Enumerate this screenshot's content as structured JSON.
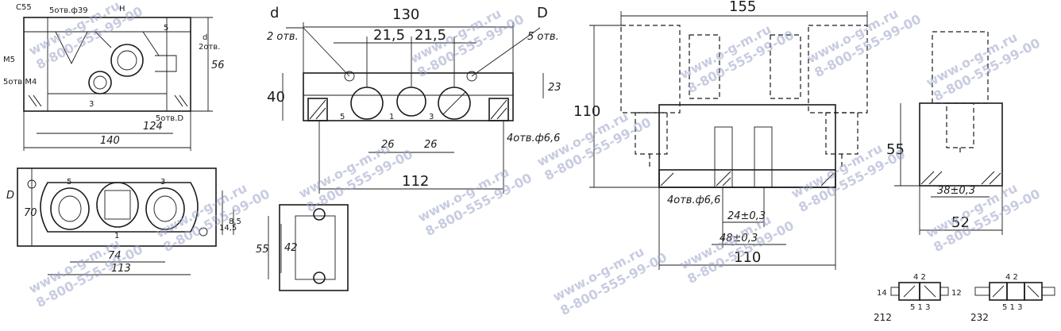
{
  "drawing": {
    "front": {
      "top_labels": [
        "C55",
        "5отв.ф39",
        "H"
      ],
      "left_labels": [
        "M5",
        "5отв.M4"
      ],
      "right_labels": [
        "d",
        "2отв."
      ],
      "dims": [
        "56",
        "124",
        "140",
        "5отв.D"
      ],
      "callouts": [
        "5",
        "3"
      ]
    },
    "bottom_view": {
      "dims": [
        "74",
        "113",
        "70",
        "14,5",
        "8,5"
      ],
      "ports": [
        "5",
        "3",
        "1"
      ],
      "section_mark": "D"
    },
    "section": {
      "left_label": "d",
      "left_sub": "2 отв.",
      "right_label": "D",
      "right_sub": "5 отв.",
      "dims": [
        "130",
        "21,5",
        "21,5",
        "40",
        "23",
        "26",
        "26",
        "4отв.ф6,6",
        "112"
      ],
      "ports": [
        "5",
        "1",
        "3"
      ]
    },
    "mount_view": {
      "dims": [
        "55",
        "42"
      ]
    },
    "side_view": {
      "dims": [
        "155",
        "110",
        "4отв.ф6,6",
        "24±0,3",
        "48±0,3",
        "110"
      ]
    },
    "end_view": {
      "dims": [
        "55",
        "38±0,3",
        "52"
      ]
    },
    "symbols": {
      "s212": {
        "label": "212",
        "top": "4 2",
        "bottom": "5 1 3",
        "left": "14",
        "right": "12"
      },
      "s232": {
        "label": "232",
        "top": "4 2",
        "bottom": "5 1 3"
      }
    },
    "watermark": {
      "site": "www.o-g-m.ru",
      "phone": "8-800-555-99-00"
    }
  }
}
